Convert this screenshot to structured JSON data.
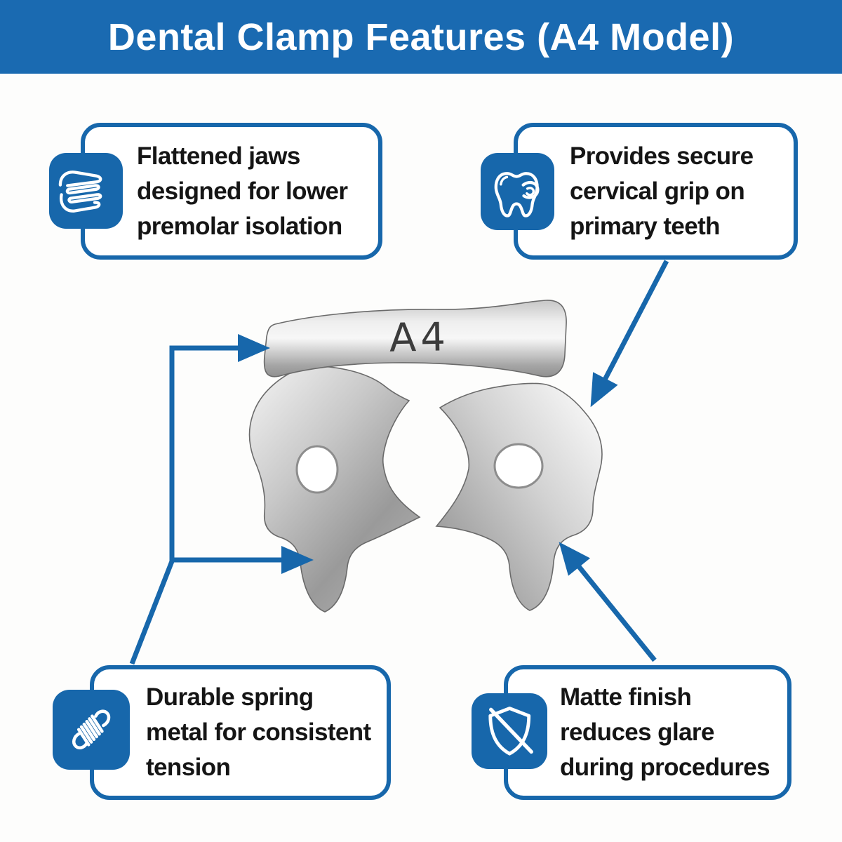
{
  "header": {
    "title": "Dental Clamp Features (A4 Model)"
  },
  "clamp": {
    "engraving": "A4"
  },
  "features": [
    {
      "name": "flattened-jaws",
      "icon": "jaws-icon",
      "lines": [
        "Flattened jaws",
        "designed for lower",
        "premolar isolation"
      ]
    },
    {
      "name": "cervical-grip",
      "icon": "tooth-icon",
      "lines": [
        "Provides secure",
        "cervical grip on",
        "primary teeth"
      ]
    },
    {
      "name": "spring-metal",
      "icon": "spring-icon",
      "lines": [
        "Durable spring",
        "metal for consistent",
        "tension"
      ]
    },
    {
      "name": "matte-finish",
      "icon": "shield-slash-icon",
      "lines": [
        "Matte finish",
        "reduces glare",
        "during procedures"
      ]
    }
  ],
  "colors": {
    "brand_blue": "#1767ab",
    "header_blue": "#1a6ab1",
    "text_dark": "#151515",
    "metal_light": "#f2f2f2",
    "metal_dark": "#8c8c8c",
    "engraving_gray": "#3c3c3c"
  }
}
